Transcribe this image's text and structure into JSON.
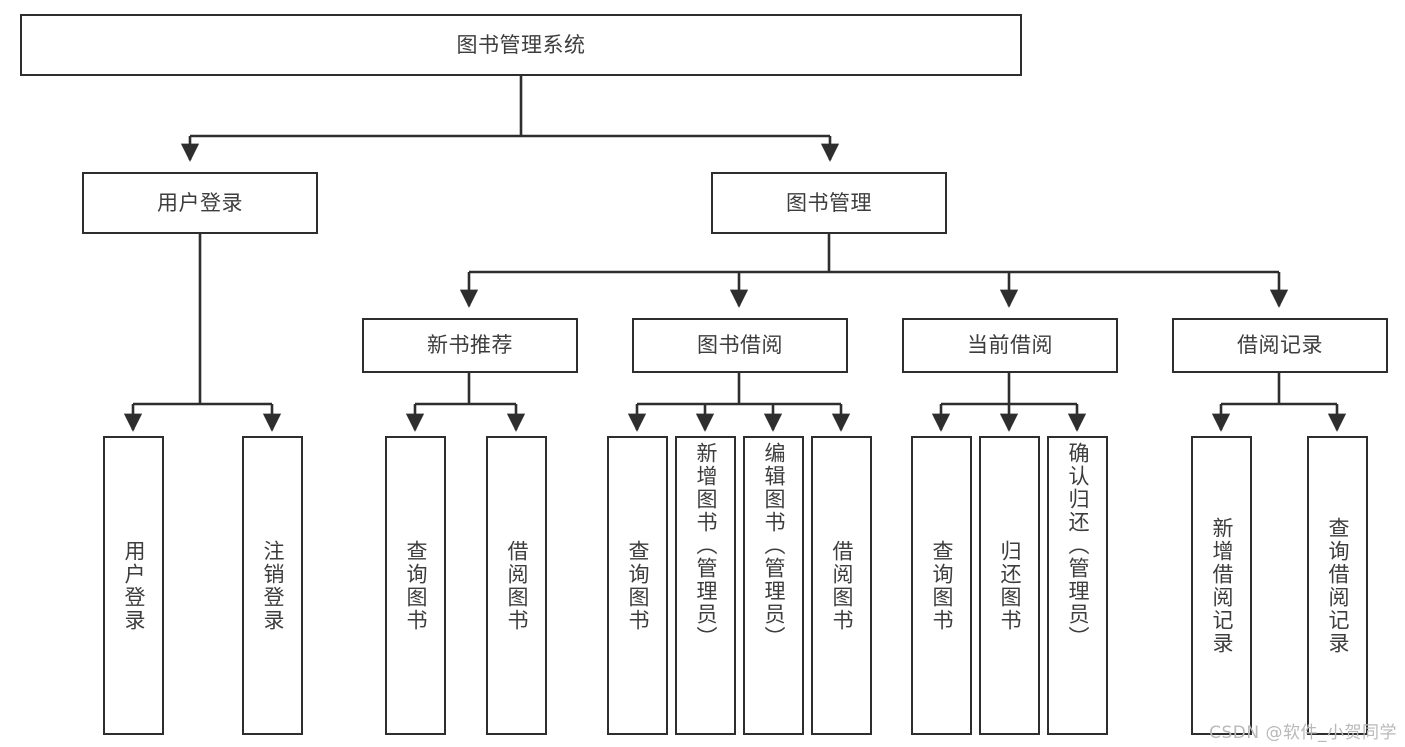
{
  "diagram": {
    "type": "tree-hierarchy-diagram",
    "title": "图书管理系统",
    "watermark": "CSDN @软件_小贺同学",
    "colors": {
      "box_border": "#2e2e2e",
      "box_fill": "#ffffff",
      "text": "#3d3d3d",
      "connector": "#2e2e2e",
      "watermark": "#b9b9b9",
      "background": "#ffffff"
    },
    "levels": {
      "root": {
        "label": "图书管理系统"
      },
      "level2": [
        {
          "label": "用户登录"
        },
        {
          "label": "图书管理"
        }
      ],
      "level3": [
        {
          "label": "新书推荐"
        },
        {
          "label": "图书借阅"
        },
        {
          "label": "当前借阅"
        },
        {
          "label": "借阅记录"
        }
      ]
    },
    "leaves": {
      "user_login": [
        {
          "label": "用户登录"
        },
        {
          "label": "注销登录"
        }
      ],
      "new_book_recommend": [
        {
          "label": "查询图书"
        },
        {
          "label": "借阅图书"
        }
      ],
      "book_borrow": [
        {
          "label": "查询图书"
        },
        {
          "label": "新增图书（管理员）"
        },
        {
          "label": "编辑图书（管理员）"
        },
        {
          "label": "借阅图书"
        }
      ],
      "current_borrow": [
        {
          "label": "查询图书"
        },
        {
          "label": "归还图书"
        },
        {
          "label": "确认归还（管理员）"
        }
      ],
      "borrow_record": [
        {
          "label": "新增借阅记录"
        },
        {
          "label": "查询借阅记录"
        }
      ]
    }
  }
}
